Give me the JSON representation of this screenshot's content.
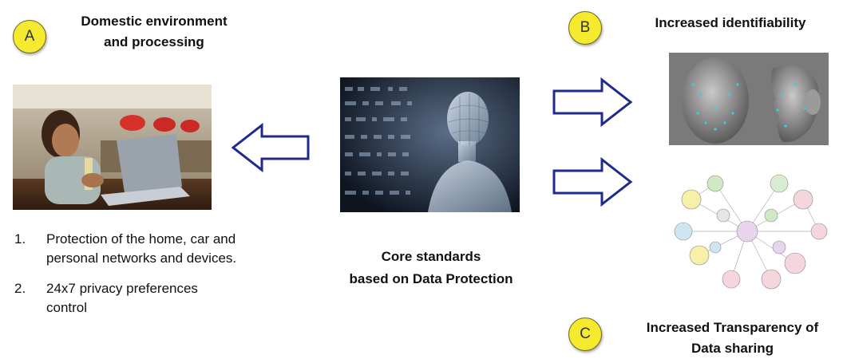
{
  "sections": {
    "a": {
      "badge": "A",
      "heading_line1": "Domestic environment",
      "heading_line2": "and processing",
      "list": [
        {
          "num": "1.",
          "text": "Protection of the home, car and personal networks and devices."
        },
        {
          "num": "2.",
          "text": "24x7 privacy preferences control"
        }
      ]
    },
    "b": {
      "badge": "B",
      "heading": "Increased identifiability"
    },
    "c": {
      "badge": "C",
      "heading_line1": "Increased Transparency of",
      "heading_line2": "Data sharing"
    }
  },
  "center": {
    "caption_line1": "Core standards",
    "caption_line2": "based on Data Protection"
  },
  "icons": {
    "left_arrow": "arrow-left-icon",
    "right_arrow_top": "arrow-right-icon",
    "right_arrow_bottom": "arrow-right-icon"
  },
  "colors": {
    "badge_fill": "#f5ea2e",
    "arrow_stroke": "#1f2a8c"
  }
}
